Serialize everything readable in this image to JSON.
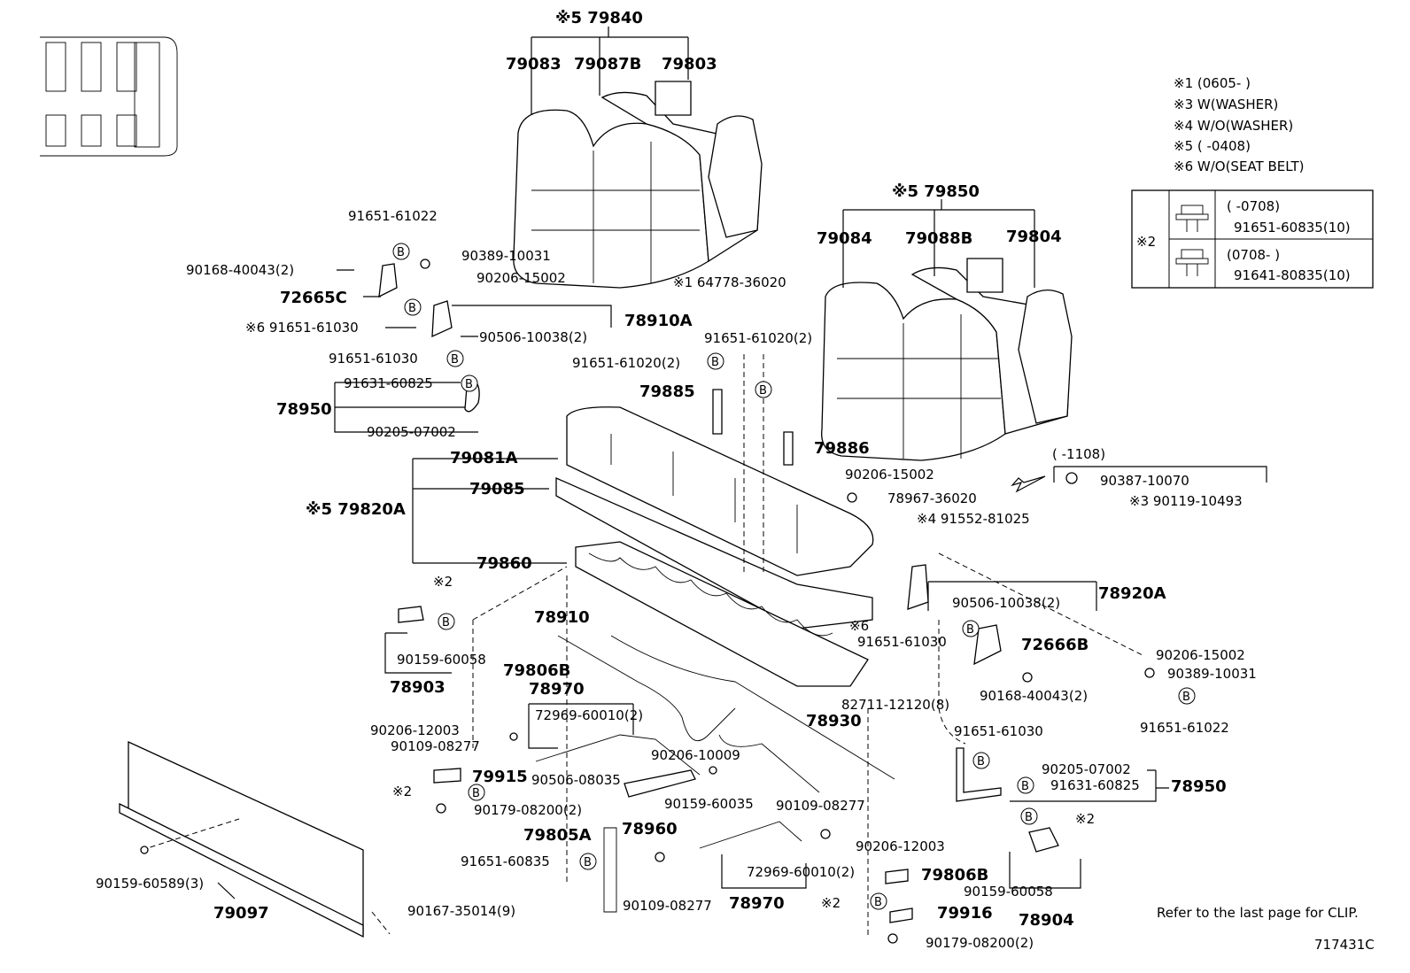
{
  "notes": [
    "※1 (0605-       )",
    "※3 W(WASHER)",
    "※4 W/O(WASHER)",
    "※5 (       -0408)",
    "※6 W/O(SEAT BELT)"
  ],
  "washer_table": {
    "row_label": "※2",
    "rows": [
      {
        "range": "(        -0708)",
        "part": "91651-60835(10)"
      },
      {
        "range": "(0708-        )",
        "part": "91641-80835(10)"
      }
    ]
  },
  "labels": {
    "l79840": "※5 79840",
    "l79083": "79083",
    "l79087B": "79087B",
    "l79803": "79803",
    "l79850": "※5 79850",
    "l79084": "79084",
    "l79088B": "79088B",
    "l79804": "79804",
    "l91651_61022a": "91651-61022",
    "l90389_10031a": "90389-10031",
    "l90168_40043a": "90168-40043(2)",
    "l90206_15002a": "90206-15002",
    "l72665C": "72665C",
    "l91651_61030a": "※6 91651-61030",
    "l78910A": "78910A",
    "l90506_10038a": "90506-10038(2)",
    "l64778": "※1 64778-36020",
    "l91651_61020a": "91651-61020(2)",
    "l91651_61020b": "91651-61020(2)",
    "l91651_61030b": "91651-61030",
    "l91631_60825a": "91631-60825",
    "l78950a": "78950",
    "l90205_07002a": "90205-07002",
    "l79885": "79885",
    "l79886": "79886",
    "l90206_15002b": "90206-15002",
    "l78967": "78967-36020",
    "l91552": "※4 91552-81025",
    "l1108": "(       -1108)",
    "l90387": "90387-10070",
    "l90119": "※3 90119-10493",
    "l79081A": "79081A",
    "l79085": "79085",
    "l79820A": "※5 79820A",
    "l79860": "79860",
    "l78920A": "78920A",
    "l90506_10038b": "90506-10038(2)",
    "l91651_61030c": "91651-61030",
    "l6mark": "※6",
    "l72666B": "72666B",
    "l90206_15002c": "90206-15002",
    "l90389_10031b": "90389-10031",
    "l90168_40043b": "90168-40043(2)",
    "l91651_61022b": "91651-61022",
    "l2a": "※2",
    "l90159_60058a": "90159-60058",
    "l78903": "78903",
    "l78910": "78910",
    "l79806Ba": "79806B",
    "l78970a": "78970",
    "l72969a": "72969-60010(2)",
    "l90206_12003a": "90206-12003",
    "l90109_08277a": "90109-08277",
    "l90206_10009": "90206-10009",
    "l82711": "82711-12120(8)",
    "l78930": "78930",
    "l91651_61030d": "91651-61030",
    "l79915": "79915",
    "l90506_08035": "90506-08035",
    "l2b": "※2",
    "l90179_08200a": "90179-08200(2)",
    "l90159_60035": "90159-60035",
    "l90109_08277b": "90109-08277",
    "l78960": "78960",
    "l90205_07002b": "90205-07002",
    "l91631_60825b": "91631-60825",
    "l78950b": "78950",
    "l79805A": "79805A",
    "l91651_60835": "91651-60835",
    "l90206_12003b": "90206-12003",
    "l72969b": "72969-60010(2)",
    "l79806Bb": "79806B",
    "l2c": "※2",
    "l2d": "※2",
    "l79916": "79916",
    "l90159_60058b": "90159-60058",
    "l78904": "78904",
    "l90179_08200b": "90179-08200(2)",
    "l90159_60589": "90159-60589(3)",
    "l79097": "79097",
    "l90167": "90167-35014(9)",
    "l90109_08277c": "90109-08277",
    "l78970b": "78970"
  },
  "b_marker": "B",
  "footer_note": "Refer to the last page for CLIP.",
  "diagram_id": "717431C"
}
